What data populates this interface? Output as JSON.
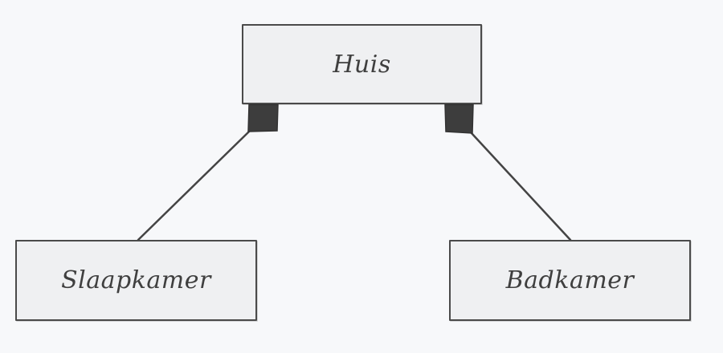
{
  "diagram": {
    "nodes": {
      "huis": {
        "label": "Huis"
      },
      "slaapkamer": {
        "label": "Slaapkamer"
      },
      "badkamer": {
        "label": "Badkamer"
      }
    },
    "edges": [
      {
        "from": "huis",
        "to": "slaapkamer",
        "type": "composition"
      },
      {
        "from": "huis",
        "to": "badkamer",
        "type": "composition"
      }
    ],
    "colors": {
      "background": "#f7f8fa",
      "node_fill": "#eff0f2",
      "stroke": "#4a4a4a",
      "diamond": "#3d3d3d"
    }
  }
}
